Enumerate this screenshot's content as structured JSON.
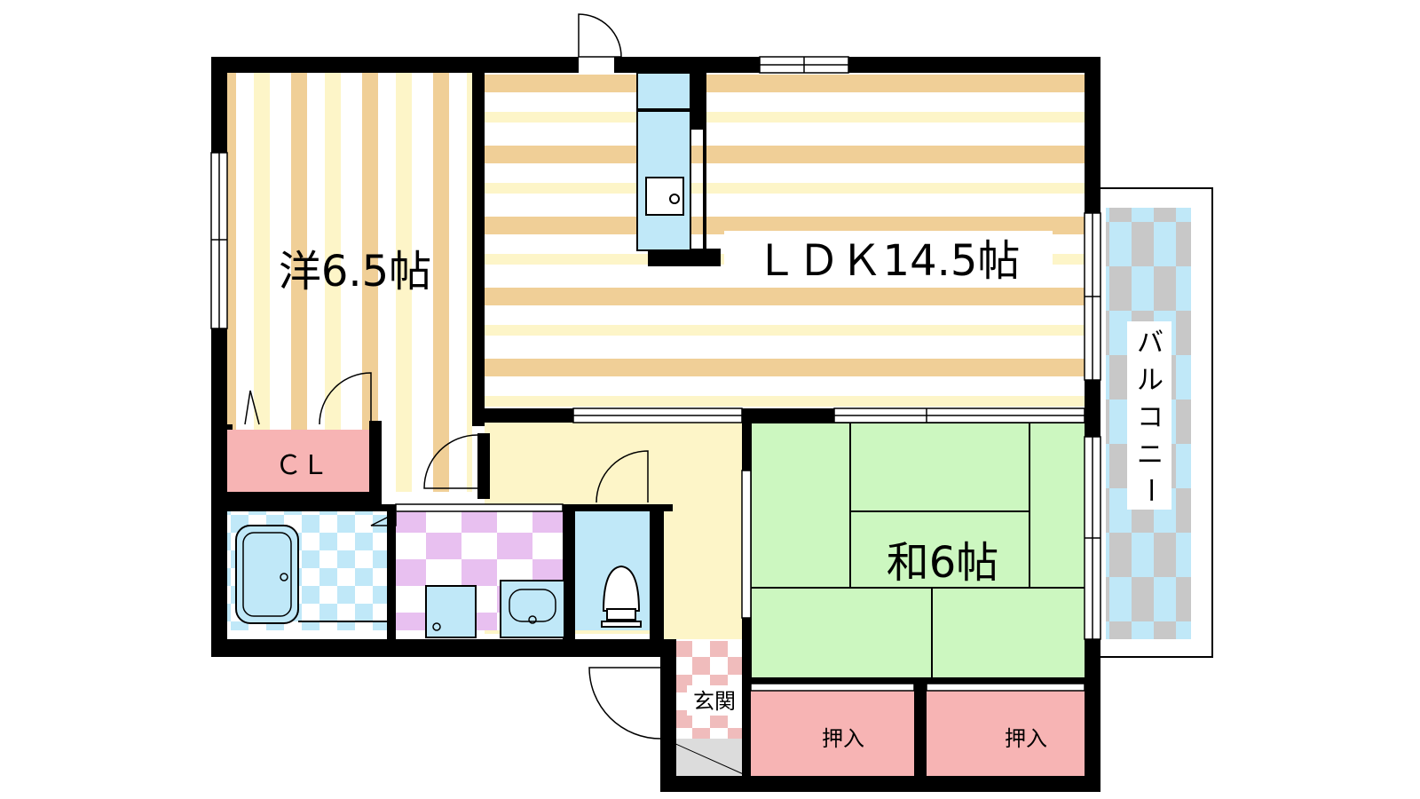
{
  "rooms": {
    "western": "洋6.5帖",
    "ldk": "ＬＤＫ14.5帖",
    "japanese": "和6帖",
    "closet": "ＣＬ",
    "entrance": "玄関",
    "storage_left": "押入",
    "storage_right": "押入",
    "balcony": [
      "バ",
      "ル",
      "コ",
      "ニ",
      "ー"
    ]
  },
  "colors": {
    "wall": "#000000",
    "floor_wood_stripe": "#f0cf97",
    "floor_wood_light": "#fdf5c8",
    "closet_pink": "#f7b4b4",
    "tatami_green": "#ccf7c0",
    "bath_blue": "#c0e8f8",
    "washroom_lilac": "#e8c0f0",
    "hall_cream": "#fdf5c8",
    "balcony_grey": "#c8c8c8",
    "entrance_pink": "#f0bcbc"
  }
}
